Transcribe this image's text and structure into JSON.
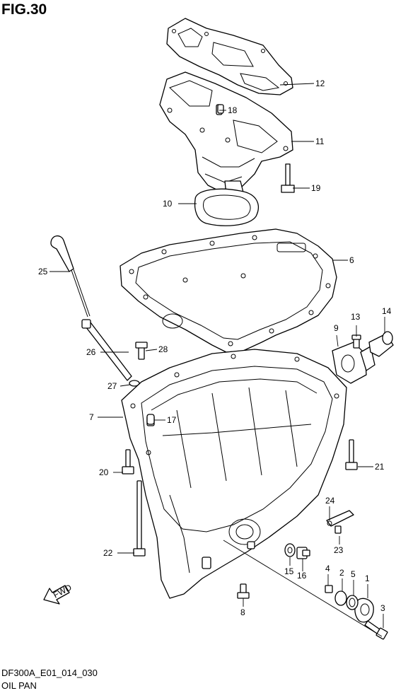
{
  "figure": {
    "title": "FIG.30",
    "model_code": "DF300A_E01_014_030",
    "name": "OIL PAN"
  },
  "fwd_label": "FWD",
  "callouts": [
    {
      "id": "c1",
      "label": "1"
    },
    {
      "id": "c2",
      "label": "2"
    },
    {
      "id": "c3",
      "label": "3"
    },
    {
      "id": "c4",
      "label": "4"
    },
    {
      "id": "c5",
      "label": "5"
    },
    {
      "id": "c6",
      "label": "6"
    },
    {
      "id": "c7",
      "label": "7"
    },
    {
      "id": "c8",
      "label": "8"
    },
    {
      "id": "c9",
      "label": "9"
    },
    {
      "id": "c10",
      "label": "10"
    },
    {
      "id": "c11",
      "label": "11"
    },
    {
      "id": "c12",
      "label": "12"
    },
    {
      "id": "c13",
      "label": "13"
    },
    {
      "id": "c14",
      "label": "14"
    },
    {
      "id": "c15",
      "label": "15"
    },
    {
      "id": "c16",
      "label": "16"
    },
    {
      "id": "c17",
      "label": "17"
    },
    {
      "id": "c18",
      "label": "18"
    },
    {
      "id": "c19",
      "label": "19"
    },
    {
      "id": "c20",
      "label": "20"
    },
    {
      "id": "c21",
      "label": "21"
    },
    {
      "id": "c22",
      "label": "22"
    },
    {
      "id": "c23",
      "label": "23"
    },
    {
      "id": "c24",
      "label": "24"
    },
    {
      "id": "c25",
      "label": "25"
    },
    {
      "id": "c26",
      "label": "26"
    },
    {
      "id": "c27",
      "label": "27"
    },
    {
      "id": "c28",
      "label": "28"
    }
  ]
}
